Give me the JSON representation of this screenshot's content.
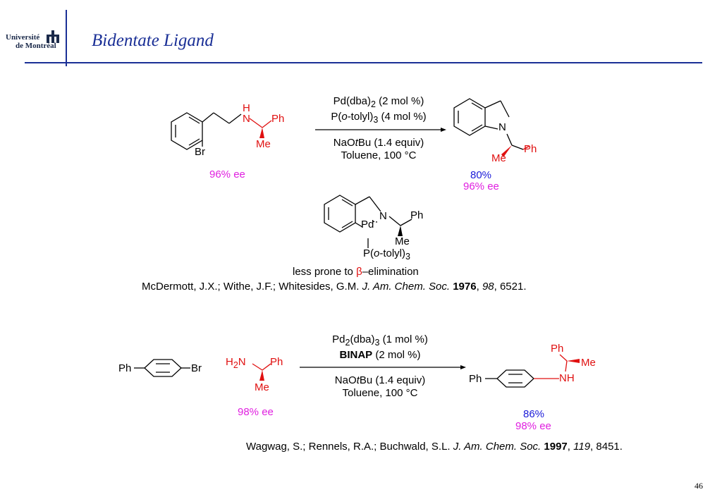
{
  "header": {
    "logo_line1": "Université",
    "logo_line2": "de Montréal",
    "title": "Bidentate Ligand"
  },
  "reaction1": {
    "sm_atoms": {
      "nh": "N",
      "h": "H",
      "ph": "Ph",
      "me": "Me",
      "br": "Br"
    },
    "sm_ee": "96% ee",
    "cond_top1": "Pd(dba)",
    "cond_top1_sub": "2",
    "cond_top1_rest": " (2 mol %)",
    "cond_top2_a": "P(",
    "cond_top2_it": "o",
    "cond_top2_b": "-tolyl)",
    "cond_top2_sub": "3",
    "cond_top2_rest": " (4 mol %)",
    "cond_bot1_a": "NaO",
    "cond_bot1_it": "t",
    "cond_bot1_b": "Bu (1.4 equiv)",
    "cond_bot2": "Toluene, 100 °C",
    "prod_atoms": {
      "n": "N",
      "me": "Me",
      "ph": "Ph"
    },
    "yield": "80%",
    "prod_ee": "96% ee",
    "intermediate": {
      "n": "N",
      "pd": "Pd",
      "ph": "Ph",
      "me": "Me",
      "p_a": "P(",
      "p_it": "o",
      "p_b": "-tolyl)",
      "p_sub": "3"
    },
    "note_a": "less prone to ",
    "note_beta": "β",
    "note_b": "–elimination",
    "cite": {
      "authors": "McDermott, J.X.; Withe, J.F.; Whitesides, G.M. ",
      "journal": "J. Am. Chem. Soc.",
      "year": "1976",
      "volume": "98",
      "pages": ", 6521."
    }
  },
  "reaction2": {
    "sm_ph": "Ph",
    "sm_br": "Br",
    "amine_h2n": "H",
    "amine_h2n_sub": "2",
    "amine_h2n_n": "N",
    "amine_ph": "Ph",
    "amine_me": "Me",
    "amine_ee": "98% ee",
    "cond_top1": "Pd",
    "cond_top1_sub1": "2",
    "cond_top1_mid": "(dba)",
    "cond_top1_sub2": "3",
    "cond_top1_rest": " (1 mol %)",
    "cond_top2_bold": "BINAP",
    "cond_top2_rest": " (2 mol %)",
    "cond_bot1_a": "NaO",
    "cond_bot1_it": "t",
    "cond_bot1_b": "Bu (1.4 equiv)",
    "cond_bot2": "Toluene, 100 °C",
    "prod_ph": "Ph",
    "prod_ph2": "Ph",
    "prod_me": "Me",
    "prod_nh": "NH",
    "yield": "86%",
    "prod_ee": "98% ee",
    "cite": {
      "authors": "Wagwag, S.; Rennels, R.A.; Buchwald, S.L. ",
      "journal": "J. Am. Chem. Soc.",
      "year": "1997",
      "volume": "119",
      "pages": ", 8451."
    }
  },
  "page_number": "46"
}
